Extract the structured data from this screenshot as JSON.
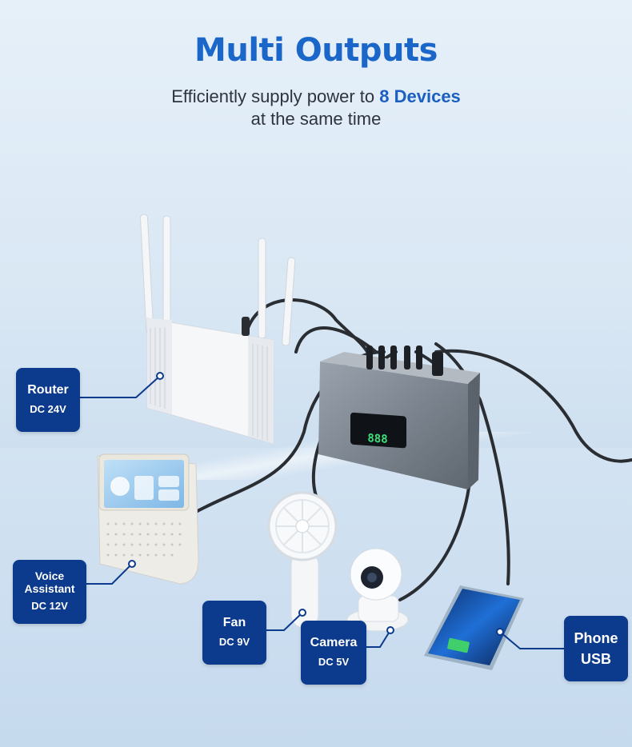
{
  "header": {
    "title": "Multi Outputs",
    "subtitle_prefix": "Efficiently supply power to ",
    "subtitle_highlight": "8 Devices",
    "subtitle_line2": "at the same time"
  },
  "labels": {
    "router": {
      "name": "Router",
      "spec": "DC 24V"
    },
    "voice": {
      "name_line1": "Voice",
      "name_line2": "Assistant",
      "spec": "DC 12V"
    },
    "fan": {
      "name": "Fan",
      "spec": "DC 9V"
    },
    "camera": {
      "name": "Camera",
      "spec": "DC 5V"
    },
    "phone": {
      "name": "Phone",
      "spec": "USB"
    }
  },
  "device_display": {
    "readout": "888"
  },
  "colors": {
    "title": "#1b66c9",
    "label_bg": "#0c3a8d",
    "highlight": "#1b5fc0",
    "cable": "#2a2e33",
    "display_green": "#3ee07a"
  },
  "icons": [
    "router-icon",
    "power-station-icon",
    "voice-assistant-icon",
    "fan-icon",
    "camera-icon",
    "phone-icon"
  ]
}
